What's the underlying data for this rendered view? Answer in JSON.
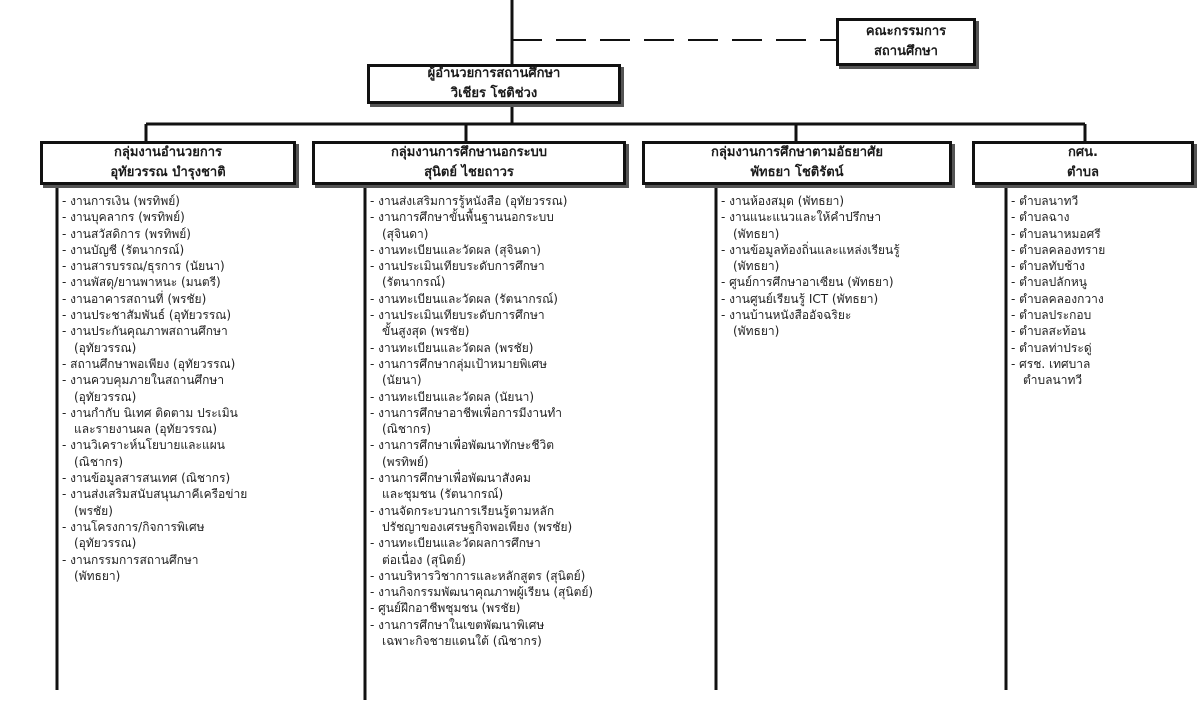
{
  "nodes": {
    "committee": {
      "line1": "คณะกรรมการ",
      "line2": "สถานศึกษา"
    },
    "director": {
      "line1": "ผู้อำนวยการสถานศึกษา",
      "line2": "วิเชียร โชติช่วง"
    },
    "groups": [
      {
        "line1": "กลุ่มงานอำนวยการ",
        "line2": "อุทัยวรรณ บำรุงชาติ"
      },
      {
        "line1": "กลุ่มงานการศึกษานอกระบบ",
        "line2": "สุนิตย์ ไชยถาวร"
      },
      {
        "line1": "กลุ่มงานการศึกษาตามอัธยาศัย",
        "line2": "พัทธยา โชติรัตน์"
      },
      {
        "line1": "กศน.",
        "line2": "ตำบล"
      }
    ]
  },
  "columns": [
    [
      "งานการเงิน (พรทิพย์)",
      "งานบุคลากร (พรทิพย์)",
      "งานสวัสดิการ (พรทิพย์)",
      "งานบัญชี (รัตนากรณ์)",
      "งานสารบรรณ/ธุรการ (นัยนา)",
      "งานพัสดุ/ยานพาหนะ (มนตรี)",
      "งานอาคารสถานที่ (พรชัย)",
      "งานประชาสัมพันธ์ (อุทัยวรรณ)",
      "งานประกันคุณภาพสถานศึกษา",
      "(อุทัยวรรณ)",
      "สถานศึกษาพอเพียง (อุทัยวรรณ)",
      "งานควบคุมภายในสถานศึกษา",
      "(อุทัยวรรณ)",
      "งานกำกับ นิเทศ ติดตาม ประเมิน",
      "และรายงานผล (อุทัยวรรณ)",
      "งานวิเคราะห์นโยบายและแผน",
      "(ณิชากร)",
      "งานข้อมูลสารสนเทศ (ณิชากร)",
      "งานส่งเสริมสนับสนุนภาคีเครือข่าย",
      "(พรชัย)",
      "งานโครงการ/กิจการพิเศษ",
      "(อุทัยวรรณ)",
      "งานกรรมการสถานศึกษา",
      "(พัทธยา)"
    ],
    [
      "งานส่งเสริมการรู้หนังสือ (อุทัยวรรณ)",
      "งานการศึกษาขั้นพื้นฐานนอกระบบ",
      "(สุจินดา)",
      "งานทะเบียนและวัดผล (สุจินดา)",
      "งานประเมินเทียบระดับการศึกษา",
      "(รัตนากรณ์)",
      "งานทะเบียนและวัดผล (รัตนากรณ์)",
      "งานประเมินเทียบระดับการศึกษา",
      "ขั้นสูงสุด (พรชัย)",
      "งานทะเบียนและวัดผล (พรชัย)",
      "งานการศึกษากลุ่มเป้าหมายพิเศษ",
      "(นัยนา)",
      "งานทะเบียนและวัดผล (นัยนา)",
      "งานการศึกษาอาชีพเพื่อการมีงานทำ",
      "(ณิชากร)",
      "งานการศึกษาเพื่อพัฒนาทักษะชีวิต",
      "(พรทิพย์)",
      "งานการศึกษาเพื่อพัฒนาสังคม",
      "และชุมชน (รัตนากรณ์)",
      "งานจัดกระบวนการเรียนรู้ตามหลัก",
      "ปรัชญาของเศรษฐกิจพอเพียง (พรชัย)",
      "งานทะเบียนและวัดผลการศึกษา",
      "ต่อเนื่อง (สุนิตย์)",
      "งานบริหารวิชาการและหลักสูตร (สุนิตย์)",
      "งานกิจกรรมพัฒนาคุณภาพผู้เรียน (สุนิตย์)",
      "ศูนย์ฝึกอาชีพชุมชน (พรชัย)",
      "งานการศึกษาในเขตพัฒนาพิเศษ",
      "เฉพาะกิจชายแดนใต้ (ณิชากร)"
    ],
    [
      "งานห้องสมุด (พัทธยา)",
      "งานแนะแนวและให้คำปรึกษา",
      "(พัทธยา)",
      "งานข้อมูลท้องถิ่นและแหล่งเรียนรู้",
      "(พัทธยา)",
      "ศูนย์การศึกษาอาเซียน (พัทธยา)",
      "งานศูนย์เรียนรู้ ICT (พัทธยา)",
      "งานบ้านหนังสืออัจฉริยะ",
      "(พัทธยา)"
    ],
    [
      "ตำบลนาทวี",
      "ตำบลฉาง",
      "ตำบลนาหมอศรี",
      "ตำบลคลองทราย",
      "ตำบลทับช้าง",
      "ตำบลปลักหนู",
      "ตำบลคลองกวาง",
      "ตำบลประกอบ",
      "ตำบลสะท้อน",
      "ตำบลท่าประดู่",
      "ศรช. เทศบาล",
      "ตำบลนาทวี"
    ]
  ]
}
